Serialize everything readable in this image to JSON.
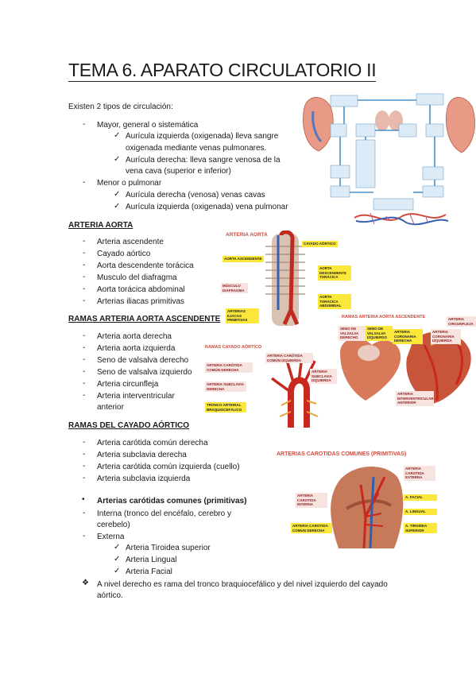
{
  "title": "TEMA 6. APARATO CIRCULATORIO II",
  "intro": "Existen 2 tipos de circulación:",
  "circulation": {
    "mayor": "Mayor, general o sistemática",
    "mayor_items": [
      "Aurícula izquierda (oxigenada) lleva sangre",
      "oxigenada mediante venas pulmonares.",
      "Aurícula derecha: lleva sangre venosa de la",
      "vena cava (superior e inferior)"
    ],
    "menor": "Menor o pulmonar",
    "menor_items": [
      "Aurícula derecha (venosa) venas cavas",
      "Aurícula izquierda (oxigenada) vena pulmonar"
    ]
  },
  "aorta": {
    "heading": "ARTERIA AORTA",
    "items": [
      "Arteria ascendente",
      "Cayado aórtico",
      "Aorta descendente torácica",
      "Musculo del diafragma",
      "Aorta torácica abdominal",
      "Arterias iliacas primitivas"
    ]
  },
  "ramas_ascendente": {
    "heading": "RAMAS ARTERIA AORTA ASCENDENTE",
    "items": [
      "Arteria aorta derecha",
      "Arteria aorta izquierda",
      "Seno de valsalva derecho",
      "Seno de valsalva izquierdo",
      "Arteria circunfleja",
      "Arteria interventricular",
      "anterior"
    ]
  },
  "ramas_cayado": {
    "heading": "RAMAS DEL CAYADO AÓRTICO",
    "items": [
      "Arteria carótida común derecha",
      "Arteria subclavia derecha",
      "Arteria carótida común izquierda (cuello)",
      "Arteria subclavia izquierda"
    ]
  },
  "carotidas": {
    "bullet": "Arterias carótidas comunes (primitivas)",
    "interna": "Interna (tronco del encéfalo, cerebro y",
    "interna2": "cerebelo)",
    "externa": "Externa",
    "externa_items": [
      "Arteria Tiroidea superior",
      "Arteria Lingual",
      "Arteria Facial"
    ]
  },
  "note": {
    "line1": "A nivel derecho es rama del tronco braquiocefálico y del nivel izquierdo del cayado",
    "line2": "aórtico."
  },
  "figures": {
    "aorta": {
      "caption": "ARTERIA AORTA",
      "labels": [
        "CAYADO AÓRTICO",
        "AORTA ASCENDENTE",
        "AORTA DESCENDENTE TORÁCICA",
        "MÚSCULO DIAFRAGMA",
        "AORTA TORÁCICA ABDOMINAL",
        "ARTERIAS ILÍACAS PRIMITIVAS"
      ]
    },
    "cayado": {
      "caption": "RAMAS CAYADO AÓRTICO",
      "labels": [
        "ARTERIA CARÓTIDA COMÚN DERECHA",
        "ARTERIA CARÓTIDA COMÚN IZQUIERDA",
        "ARTERIA SUBCLAVIA DERECHA",
        "ARTERIA SUBCLAVIA IZQUIERDA",
        "TRONCO ARTERIAL BRAQUIOCEFÁLICO"
      ]
    },
    "ascendente": {
      "caption": "RAMAS ARTERIA AORTA ASCENDENTE",
      "labels": [
        "SENO DE VALSALVA DERECHO",
        "SENO DE VALSALVA IZQUIERDO",
        "ARTERIA CORONARIA DERECHA",
        "ARTERIA CORONARIA IZQUIERDA",
        "ARTERIA CIRCUNFLEJA",
        "ARTERIA INTERVENTRICULAR ANTERIOR"
      ]
    },
    "carotidas": {
      "caption": "ARTERIAS CAROTIDAS COMUNES (PRIMITIVAS)",
      "labels": [
        "ARTERIA CAROTIDA EXTERNA",
        "ARTERIA CAROTIDA INTERNA",
        "A. Facial",
        "A. Lingual",
        "A. Tiroidea Superior",
        "ARTERIA CAROTIDA COMUN DERECHA"
      ]
    }
  }
}
